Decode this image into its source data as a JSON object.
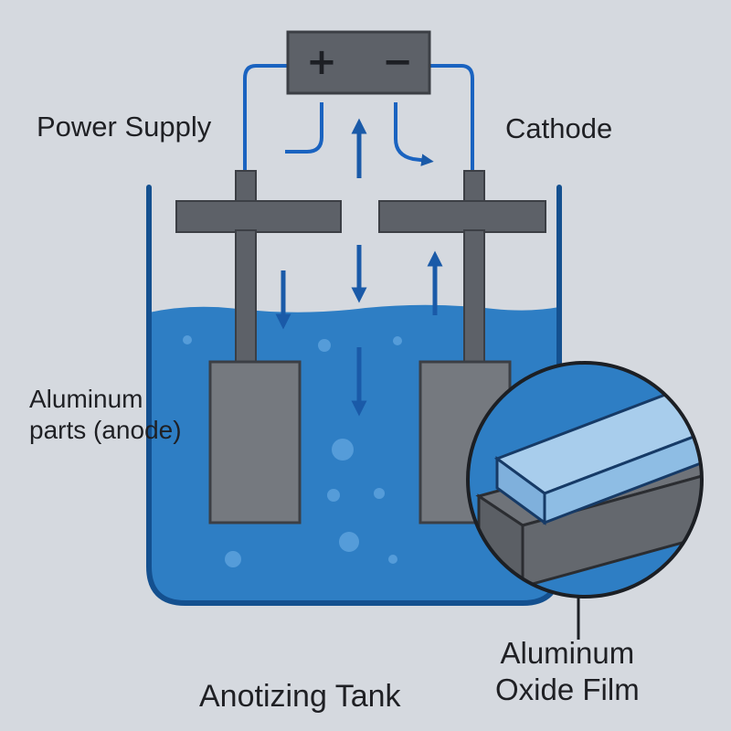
{
  "power_supply": {
    "plus": "+",
    "minus": "−",
    "label": "Power Supply"
  },
  "cathode": {
    "label": "Cathode"
  },
  "anode": {
    "label_line1": "Aluminum",
    "label_line2": "parts (anode)"
  },
  "oxide_film": {
    "label_line1": "Aluminum",
    "label_line2": "Oxide Film"
  },
  "tank": {
    "label": "Anotizing Tank"
  },
  "colors": {
    "background": "#d5d9df",
    "tank_outline": "#14508f",
    "electrolyte": "#2e7ec4",
    "wire": "#1a63c0",
    "arrow": "#1a5aa8",
    "electrode": "#5d6168",
    "plate": "#75797f",
    "oxide": "#9ec4e6"
  }
}
